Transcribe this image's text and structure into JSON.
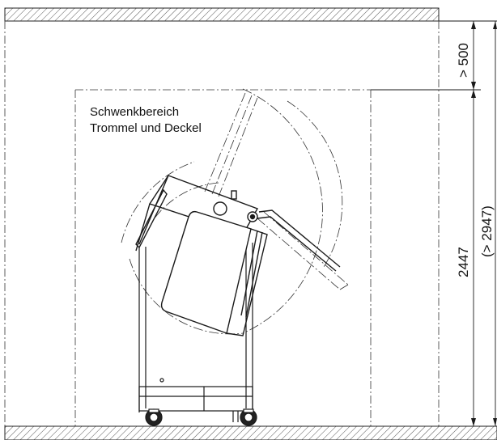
{
  "labels": {
    "area_line1": "Schwenkbereich",
    "area_line2": "Trommel und Deckel",
    "dim_top": "> 500",
    "dim_height": "2447",
    "dim_total": "(> 2947)"
  },
  "colors": {
    "line": "#1a1a1a",
    "hatch": "#555555",
    "background": "#ffffff"
  }
}
